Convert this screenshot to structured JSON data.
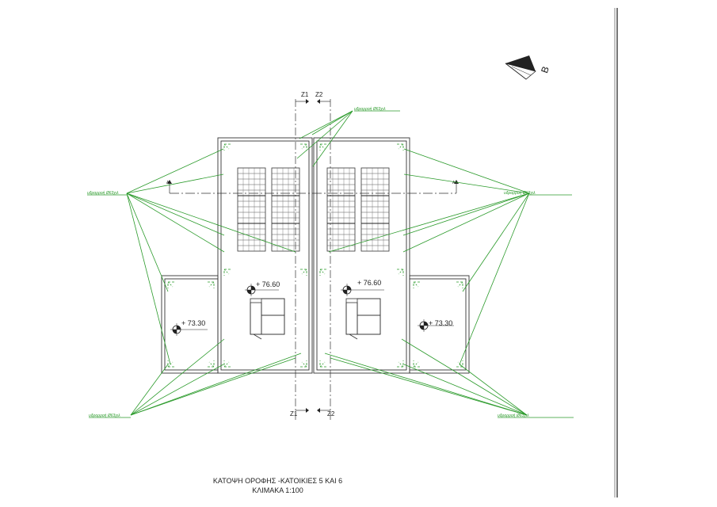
{
  "drawing": {
    "caption_line1": "ΚΑΤΟΨΗ ΟΡΟΦΗΣ -ΚΑΤΟΙΚΙΕΣ 5 ΚΑΙ 6",
    "caption_line2": "ΚΛΙΜΑΚΑ 1:100",
    "north_label": "B",
    "section_z1_top": "Z1",
    "section_z2_top": "Z2",
    "section_z1_bottom": "Z1",
    "section_z2_bottom": "Z2",
    "section_a_left": "A",
    "section_a_right": "A",
    "level_main_left": "+ 76.60",
    "level_main_right": "+ 76.60",
    "level_side_left": "+ 73.30",
    "level_side_right": "+ 73.30",
    "drain_label_top": "υδρορροή Ø63χιλ",
    "drain_label_left": "υδρορροή Ø63χιλ",
    "drain_label_right": "υδρορροή Ø63χιλ",
    "drain_label_bottom_left": "υδρορροή Ø63χιλ",
    "drain_label_bottom_right": "υδρορροή Ø63χιλ"
  },
  "colors": {
    "line": "#333333",
    "green": "#2a9a2a",
    "border": "#888888"
  }
}
